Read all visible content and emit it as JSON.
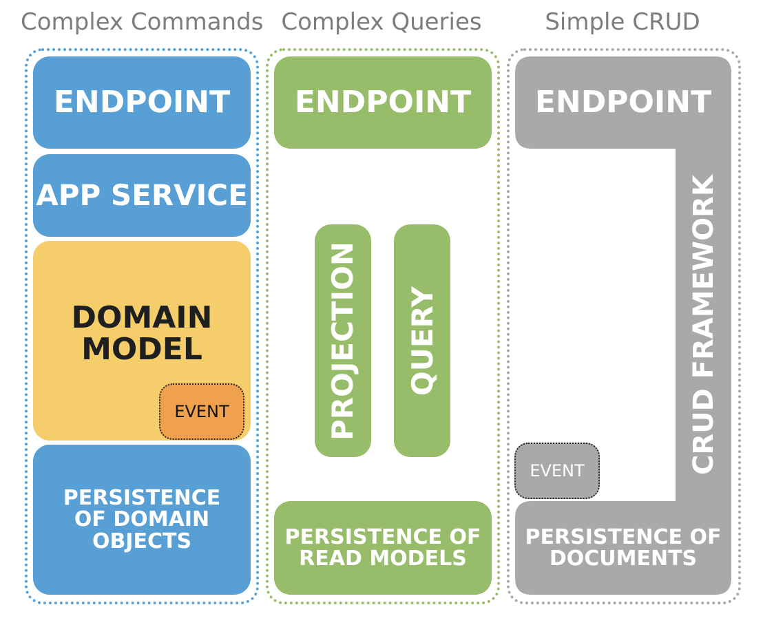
{
  "columns": {
    "commands": {
      "title": "Complex Commands",
      "endpoint": "ENDPOINT",
      "app_service": "APP SERVICE",
      "domain_model": "DOMAIN\nMODEL",
      "event": "EVENT",
      "persistence": "PERSISTENCE\nOF DOMAIN\nOBJECTS"
    },
    "queries": {
      "title": "Complex Queries",
      "endpoint": "ENDPOINT",
      "projection": "PROJECTION",
      "query": "QUERY",
      "persistence": "PERSISTENCE OF\nREAD MODELS"
    },
    "crud": {
      "title": "Simple CRUD",
      "endpoint": "ENDPOINT",
      "framework": "CRUD FRAMEWORK",
      "event": "EVENT",
      "persistence": "PERSISTENCE OF\nDOCUMENTS"
    }
  },
  "colors": {
    "commands_blue": "#579fd4",
    "domain_yellow": "#f5cd6b",
    "event_orange": "#efa14d",
    "queries_green": "#98bd6a",
    "crud_gray": "#a9a9a9",
    "title_gray": "#7d7d7d"
  }
}
